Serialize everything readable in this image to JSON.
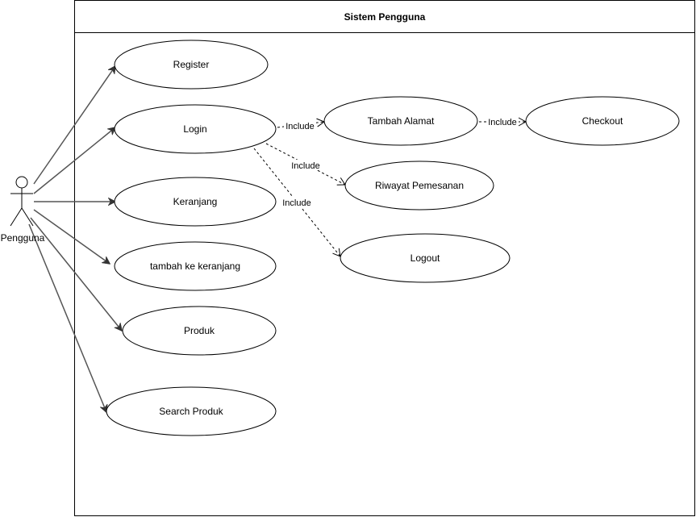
{
  "system": {
    "title": "Sistem Pengguna"
  },
  "actor": {
    "name": "Pengguna"
  },
  "use_cases": {
    "register": "Register",
    "login": "Login",
    "keranjang": "Keranjang",
    "tambah_keranjang": "tambah ke keranjang",
    "produk": "Produk",
    "search_produk": "Search Produk",
    "tambah_alamat": "Tambah Alamat",
    "riwayat": "Riwayat Pemesanan",
    "logout": "Logout",
    "checkout": "Checkout"
  },
  "relations": {
    "include_label": "Include"
  }
}
